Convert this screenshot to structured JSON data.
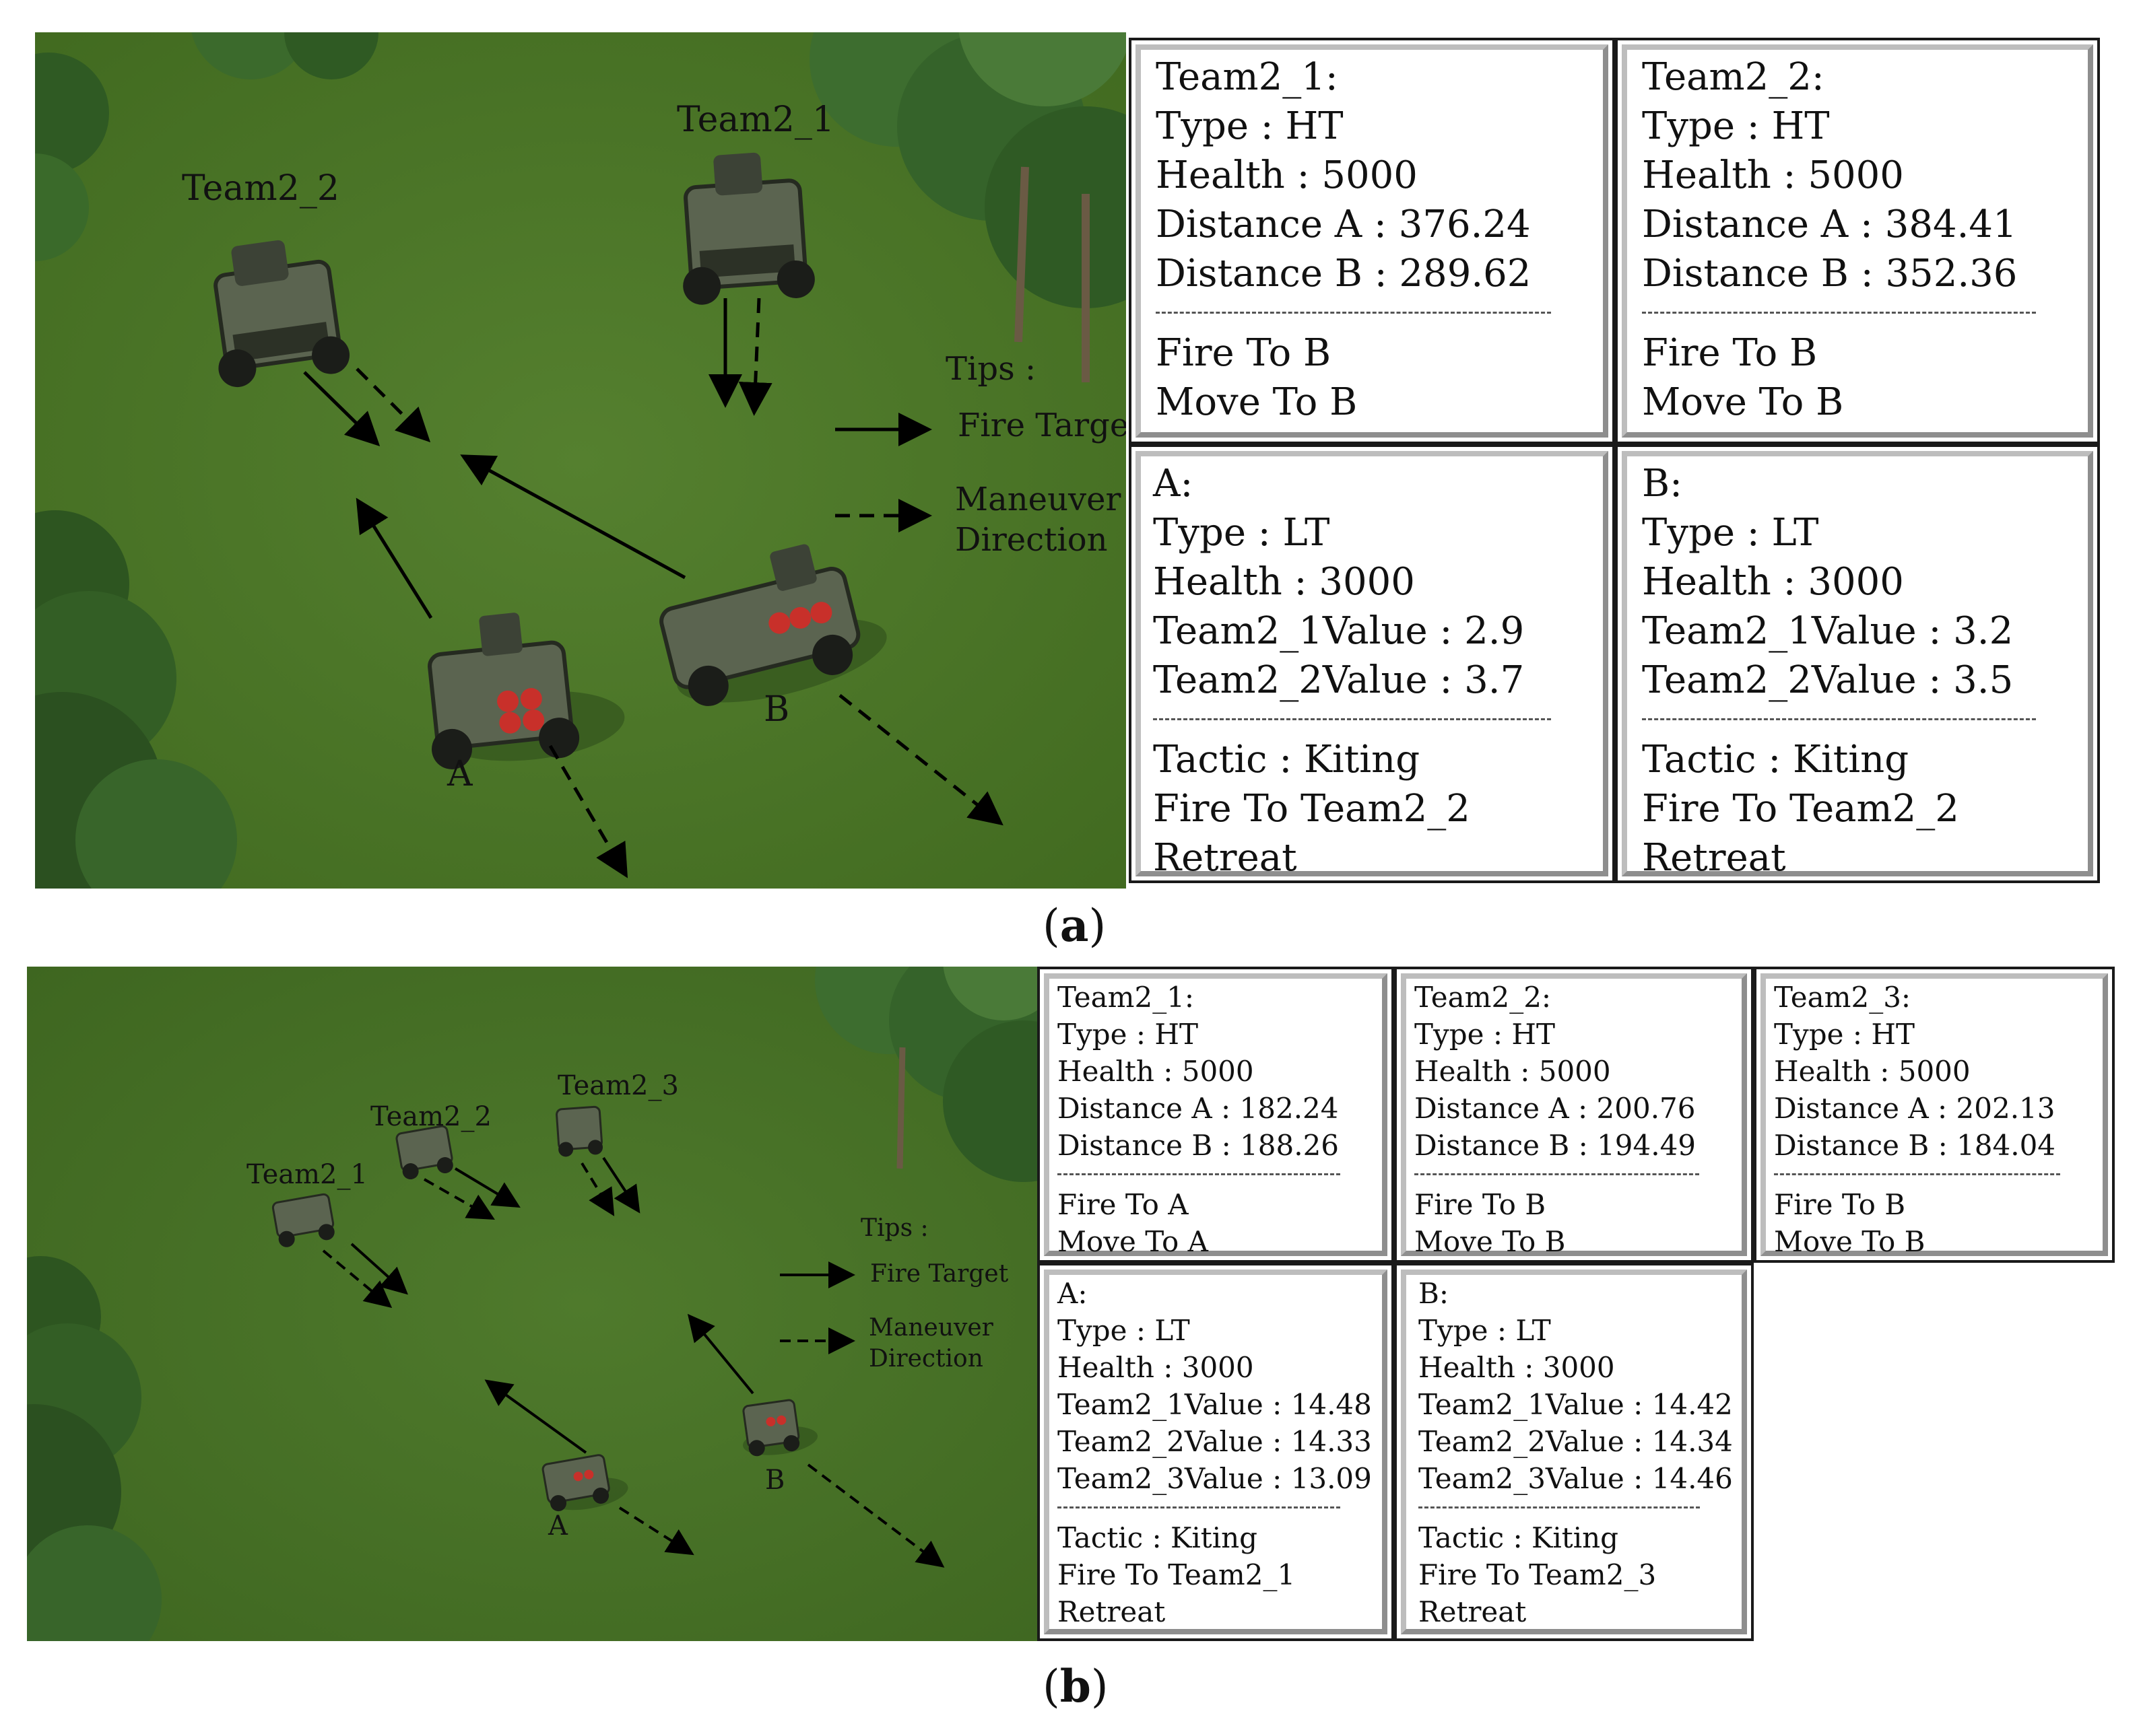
{
  "figure_a": {
    "caption": {
      "open": "(",
      "letter": "a",
      "close": ")"
    },
    "map_labels": {
      "team2_1": "Team2_1",
      "team2_2": "Team2_2",
      "unit_a": "A",
      "unit_b": "B"
    },
    "legend": {
      "title": "Tips :",
      "fire_target": "Fire Target",
      "maneuver_line1": "Maneuver",
      "maneuver_line2": "Direction"
    },
    "panels": [
      {
        "lines": [
          "Team2_1:",
          "Type : HT",
          "Health : 5000",
          "Distance A : 376.24",
          "Distance B : 289.62"
        ],
        "actions": [
          "Fire To B",
          "Move To  B"
        ]
      },
      {
        "lines": [
          "Team2_2:",
          "Type : HT",
          "Health : 5000",
          "Distance A : 384.41",
          "Distance B : 352.36"
        ],
        "actions": [
          "Fire To B",
          "Move To  B"
        ]
      },
      {
        "lines": [
          "A:",
          "Type : LT",
          "Health : 3000",
          "Team2_1Value : 2.9",
          "Team2_2Value : 3.7"
        ],
        "actions": [
          "Tactic : Kiting",
          "Fire To Team2_2",
          "Retreat"
        ]
      },
      {
        "lines": [
          "B:",
          "Type : LT",
          "Health : 3000",
          "Team2_1Value : 3.2",
          "Team2_2Value : 3.5"
        ],
        "actions": [
          "Tactic : Kiting",
          "Fire To Team2_2",
          "Retreat"
        ]
      }
    ]
  },
  "figure_b": {
    "caption": {
      "open": "(",
      "letter": "b",
      "close": ")"
    },
    "map_labels": {
      "team2_1": "Team2_1",
      "team2_2": "Team2_2",
      "team2_3": "Team2_3",
      "unit_a": "A",
      "unit_b": "B"
    },
    "legend": {
      "title": "Tips :",
      "fire_target": "Fire Target",
      "maneuver_line1": "Maneuver",
      "maneuver_line2": "Direction"
    },
    "panels": [
      {
        "lines": [
          "Team2_1:",
          "Type : HT",
          "Health : 5000",
          "Distance A : 182.24",
          "Distance B : 188.26"
        ],
        "actions": [
          "Fire To A",
          "Move To  A"
        ]
      },
      {
        "lines": [
          "Team2_2:",
          "Type : HT",
          "Health : 5000",
          "Distance A : 200.76",
          "Distance B : 194.49"
        ],
        "actions": [
          "Fire To B",
          "Move To  B"
        ]
      },
      {
        "lines": [
          "Team2_3:",
          "Type : HT",
          "Health : 5000",
          "Distance A : 202.13",
          "Distance B : 184.04"
        ],
        "actions": [
          "Fire To B",
          "Move To  B"
        ]
      },
      {
        "lines": [
          "A:",
          "Type : LT",
          "Health : 3000",
          "Team2_1Value : 14.48",
          "Team2_2Value : 14.33",
          "Team2_3Value : 13.09"
        ],
        "actions": [
          "Tactic : Kiting",
          "Fire To Team2_1",
          "Retreat"
        ]
      },
      {
        "lines": [
          "B:",
          "Type : LT",
          "Health : 3000",
          "Team2_1Value : 14.42",
          "Team2_2Value : 14.34",
          "Team2_3Value : 14.46"
        ],
        "actions": [
          "Tactic : Kiting",
          "Fire To Team2_3",
          "Retreat"
        ]
      }
    ]
  },
  "colors": {
    "grass": "#4f7a2c",
    "grass_dark": "#3f6a22",
    "tree": "#2f5a24",
    "vehicle_body": "#5b6450",
    "vehicle_dark": "#2c3126",
    "cargo_red": "#c8302a",
    "arrow": "#000000"
  }
}
